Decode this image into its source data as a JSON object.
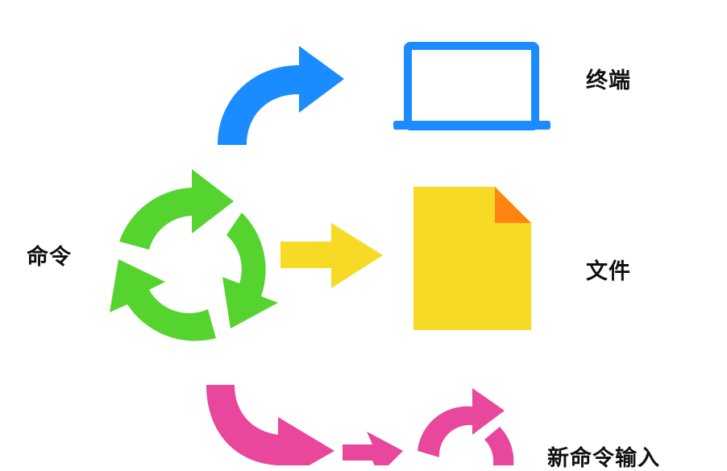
{
  "diagram": {
    "type": "flow-diagram",
    "labels": {
      "command": "命令",
      "terminal": "终端",
      "file": "文件",
      "new_command_input": "新命令输入"
    },
    "nodes": [
      {
        "id": "command",
        "icon": "recycle-cycle-icon",
        "label": "命令",
        "color": "#55d42f"
      },
      {
        "id": "terminal",
        "icon": "laptop-icon",
        "label": "终端",
        "color": "#1a8cff"
      },
      {
        "id": "file",
        "icon": "document-icon",
        "label": "文件",
        "color": "#f7da26",
        "fold_color": "#ff8410"
      },
      {
        "id": "new_command_input",
        "icon": "cycle-icon",
        "label": "新命令输入",
        "color": "#e8479b"
      }
    ],
    "edges": [
      {
        "from": "command",
        "to": "terminal",
        "icon": "curved-arrow-up-right-icon",
        "color": "#1a8cff"
      },
      {
        "from": "command",
        "to": "file",
        "icon": "right-arrow-icon",
        "color": "#f7da26"
      },
      {
        "from": "command",
        "to": "new_command_input",
        "icon": "curved-arrow-down-right-icon",
        "color": "#e8479b"
      }
    ],
    "colors": {
      "blue": "#1a8cff",
      "green": "#55d42f",
      "yellow": "#f7da26",
      "orange": "#ff8410",
      "pink": "#e8479b",
      "text": "#111111",
      "background": "#ffffff"
    }
  }
}
